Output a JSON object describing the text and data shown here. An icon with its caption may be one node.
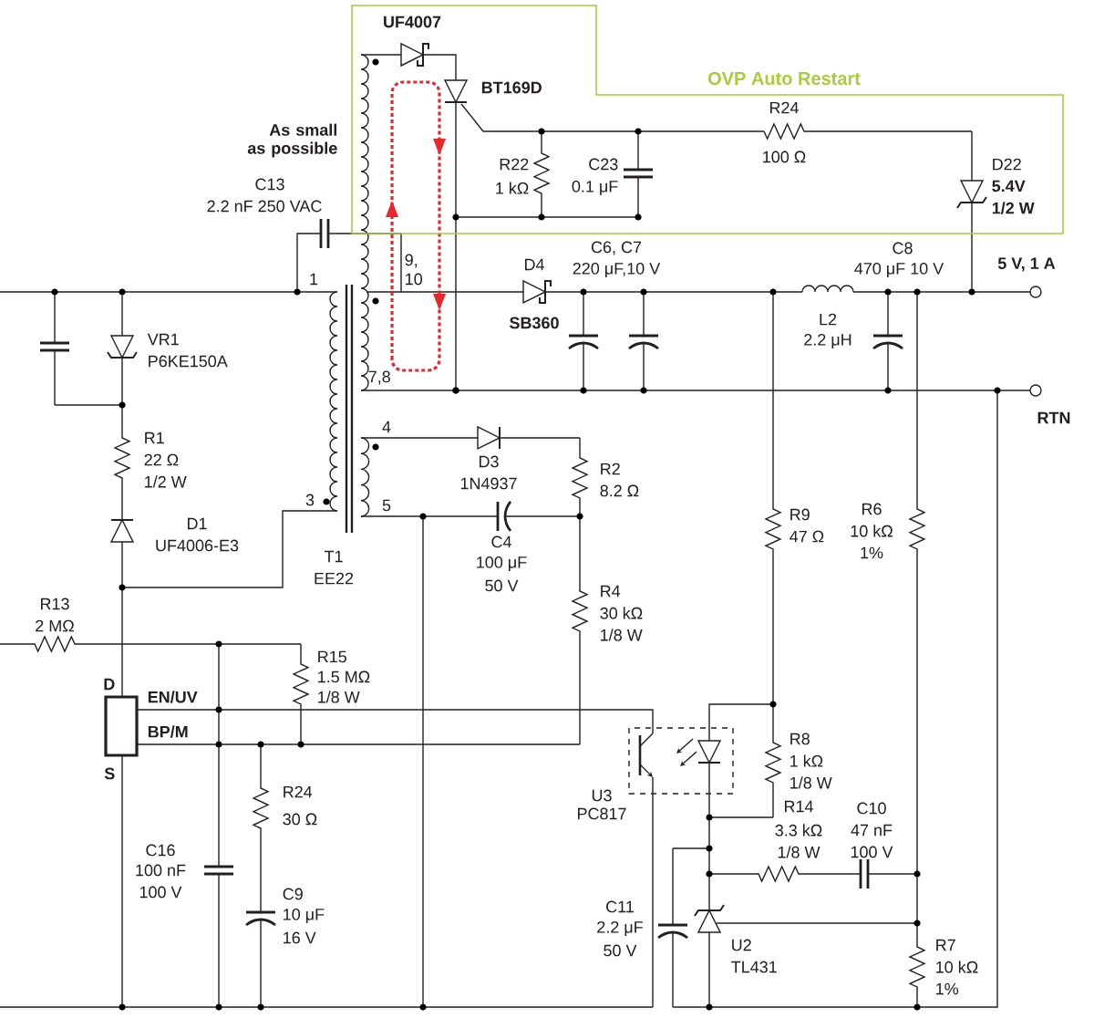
{
  "diagram": {
    "nodes": [
      {
        "text": [
          "OVP Auto Restart"
        ]
      }
    ],
    "labels": [
      "UF4007",
      "BT169D",
      "As small as possible",
      "C13",
      "2.2 nF 250 VAC",
      "R22",
      "1 kΩ",
      "C23",
      "0.1 μF",
      "R24",
      "100 Ω",
      "D22",
      "5.4V",
      "1/2 W",
      "1",
      "9,",
      "10",
      "D4",
      "SB360",
      "C6, C7",
      "220 μF,10 V",
      "C8",
      "470 μF 10 V",
      "5 V, 1 A",
      "L2",
      "2.2 μH",
      "VR1",
      "P6KE150A",
      "7,8",
      "RTN",
      "4",
      "D3",
      "1N4937",
      "R1",
      "22 Ω",
      "1/2 W",
      "R2",
      "8.2 Ω",
      "3",
      "5",
      "R9",
      "47 Ω",
      "R6",
      "10 kΩ",
      "1%",
      "D1",
      "UF4006-E3",
      "C4",
      "100 μF",
      "50 V",
      "T1",
      "EE22",
      "R4",
      "30 kΩ",
      "1/8 W",
      "R13",
      "2 MΩ",
      "R15",
      "1.5 MΩ",
      "1/8 W",
      "D",
      "EN/UV",
      "BP/M",
      "S",
      "R8",
      "1 kΩ",
      "1/8 W",
      "R24",
      "30 Ω",
      "R14",
      "3.3 kΩ",
      "1/8 W",
      "C10",
      "47 nF",
      "100 V",
      "C16",
      "100 nF",
      "100 V",
      "C9",
      "10 μF",
      "16 V",
      "C11",
      "2.2 μF",
      "50 V",
      "U2",
      "TL431",
      "R7",
      "10 kΩ",
      "1%",
      "U3 PC817"
    ]
  }
}
